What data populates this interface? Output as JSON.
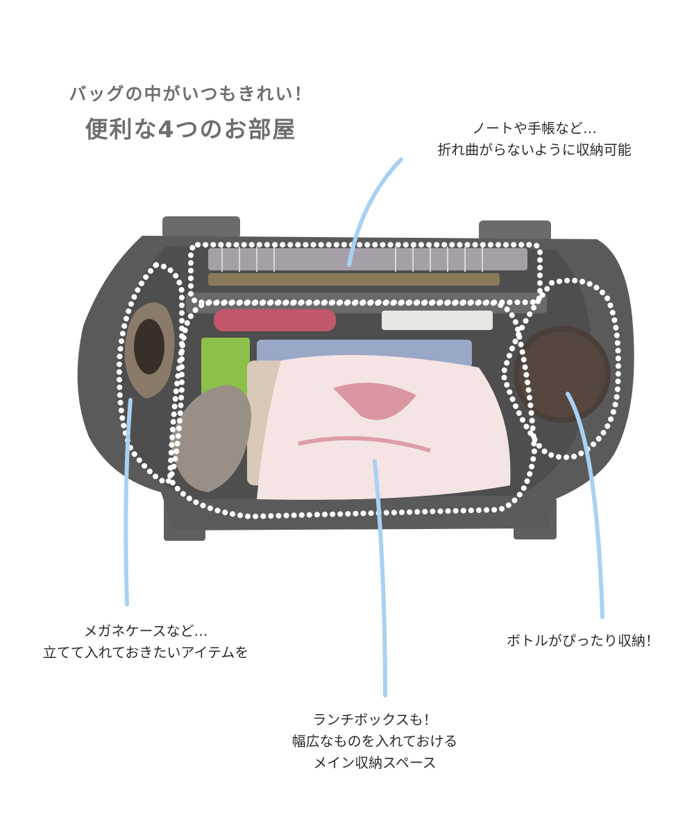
{
  "heading": {
    "line1": "バッグの中がいつもきれい！",
    "line2": "便利な4つのお部屋"
  },
  "callouts": {
    "top": [
      "ノートや手帳など…",
      "折れ曲がらないように収納可能"
    ],
    "left": [
      "メガネケースなど…",
      "立てて入れておきたいアイテムを"
    ],
    "right": [
      "ボトルがぴったり収納！"
    ],
    "bottom": [
      "ランチボックスも！",
      "幅広なものを入れておける",
      "メイン収納スペース"
    ]
  },
  "colors": {
    "bag": "#5a5a5a",
    "bag_dark": "#4a4a4a",
    "pointer_line": "#a9d1f2",
    "dotted_outline": "#ffffff",
    "heading_text": "#6e6e6e"
  },
  "icons": {
    "bag": "tote-bag-organizer-photo",
    "bottle": "bottle-icon",
    "glasses_case": "glasses-case-icon",
    "notebook": "notebook-icon",
    "scarf": "lunch-box-bandana-icon"
  }
}
